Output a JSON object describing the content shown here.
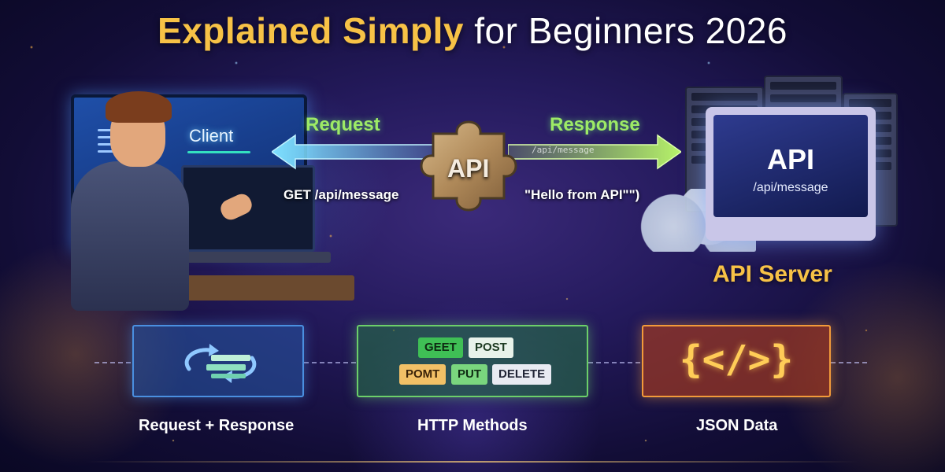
{
  "title": {
    "highlight": "Explained Simply",
    "rest": " for Beginners 2026"
  },
  "client": {
    "label": "Client"
  },
  "flow": {
    "request_label": "Request",
    "response_label": "Response",
    "request_method": "GET  /api/message",
    "response_payload": "\"Hello from API\"\")",
    "arrow_ghost_text": "/api/message",
    "center_label": "API"
  },
  "server": {
    "screen_title": "API",
    "screen_path": "/api/message",
    "label": "API Server"
  },
  "cards": [
    {
      "label": "Request + Response",
      "icon": "request-response-icon"
    },
    {
      "label": "HTTP Methods",
      "badges": [
        "GEET",
        "POST",
        "POMT",
        "PUT",
        "DELETE"
      ]
    },
    {
      "label": "JSON Data",
      "symbol": "{</>}"
    }
  ],
  "colors": {
    "accent_gold": "#f7c246",
    "arrow_green": "#9dea66",
    "card_blue": "#4a8fe0",
    "card_green": "#6ccf6a",
    "card_orange": "#f29a3a"
  }
}
